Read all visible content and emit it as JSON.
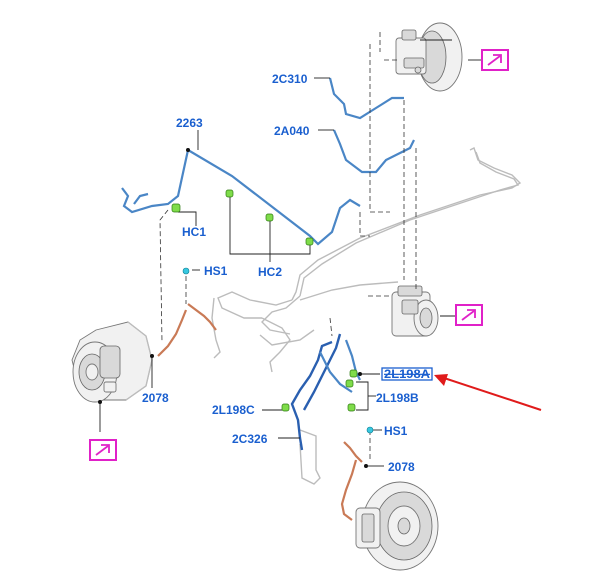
{
  "labels": {
    "l_2c310": "2C310",
    "l_2a040": "2A040",
    "l_2263": "2263",
    "l_hc1": "HC1",
    "l_hc2": "HC2",
    "l_hs1_top": "HS1",
    "l_2078_left": "2078",
    "l_2l198a": "2L198A",
    "l_2l198b": "2L198B",
    "l_2l198c": "2L198C",
    "l_2c326": "2C326",
    "l_hs1_bottom": "HS1",
    "l_2078_right": "2078"
  },
  "colors": {
    "label_blue": "#1a5fcf",
    "highlight_box": "#1a5fcf",
    "pointer_arrow": "#e01b1b",
    "reference_icon": "#e021c8",
    "clip_green": "#7fdc4a",
    "hose_orange": "#c97a56",
    "line_blue": "#4a86c6"
  },
  "icons": [
    "view-reference-icon",
    "view-reference-icon",
    "view-reference-icon"
  ]
}
